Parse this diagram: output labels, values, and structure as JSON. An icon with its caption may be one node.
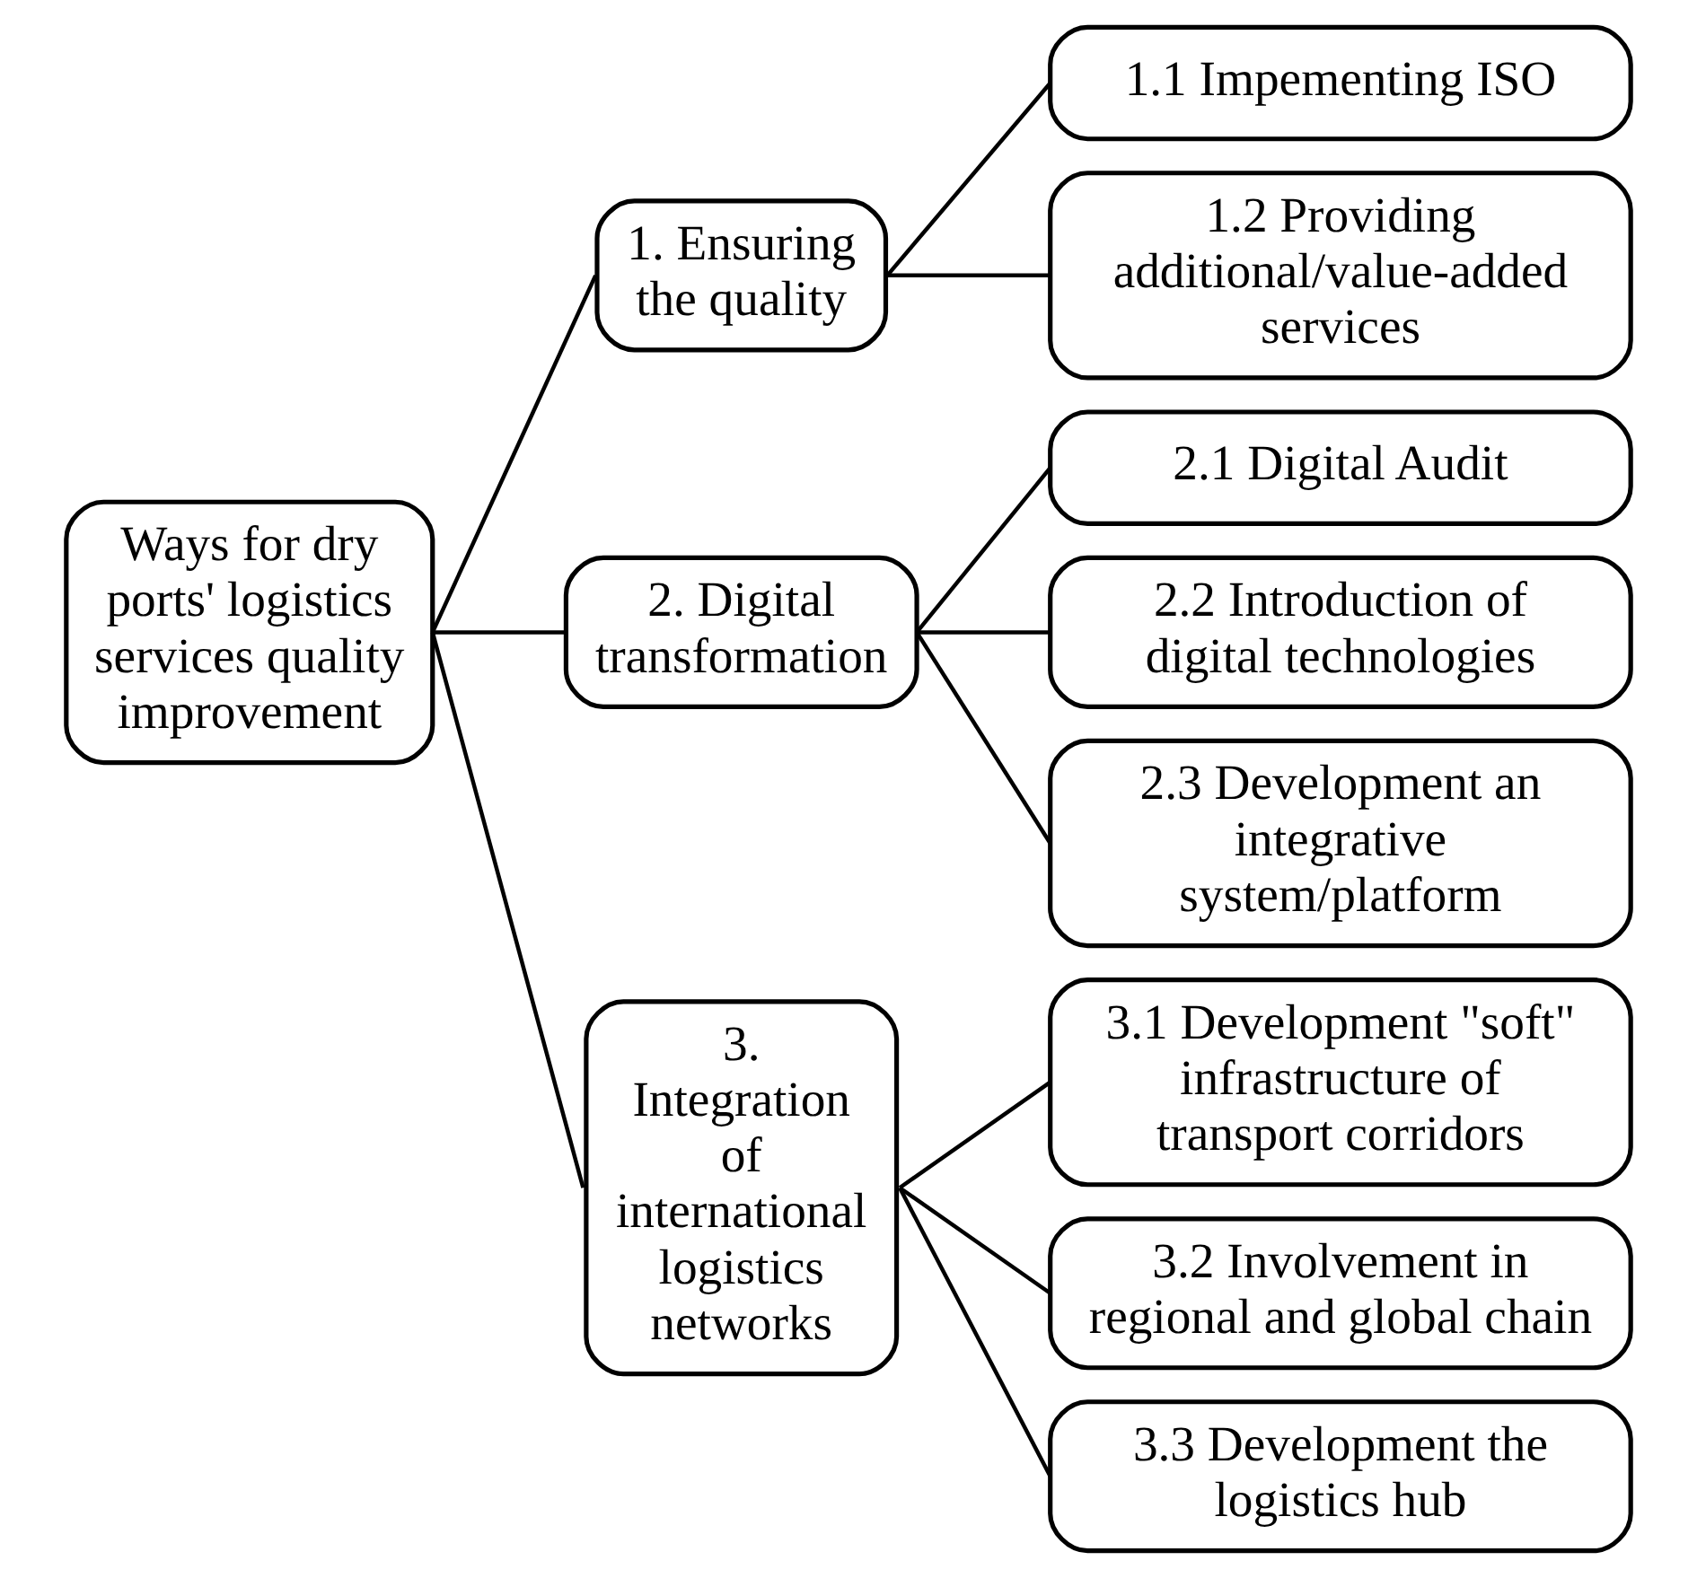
{
  "diagram": {
    "nodes": [
      {
        "text": [
          "Ways for dry ports' logistics services quality improvement"
        ]
      },
      {
        "text": [
          "1. Ensuring the quality"
        ]
      },
      {
        "text": [
          "1.1 Impementing ISO"
        ]
      },
      {
        "text": [
          "1.2 Providing additional/value-added services"
        ]
      },
      {
        "text": [
          "2. Digital transformation"
        ]
      },
      {
        "text": [
          "2.1 Digital Audit"
        ]
      },
      {
        "text": [
          "2.2 Introduction of digital technologies"
        ]
      },
      {
        "text": [
          "2.3 Development an integrative system/platform"
        ]
      },
      {
        "text": [
          "3. Integration of international logistics networks"
        ]
      },
      {
        "text": [
          "3.1 Development \"soft\" infrastructure of transport corridors"
        ]
      },
      {
        "text": [
          "3.2 Involvement in regional and global chain"
        ]
      },
      {
        "text": [
          "3.3 Development the logistics hub"
        ]
      }
    ],
    "edges": [
      {
        "from": 0,
        "to": 1,
        "arrow": "none"
      },
      {
        "from": 0,
        "to": 4,
        "arrow": "none"
      },
      {
        "from": 0,
        "to": 8,
        "arrow": "none"
      },
      {
        "from": 1,
        "to": 2,
        "arrow": "none"
      },
      {
        "from": 1,
        "to": 3,
        "arrow": "none"
      },
      {
        "from": 4,
        "to": 5,
        "arrow": "none"
      },
      {
        "from": 4,
        "to": 6,
        "arrow": "none"
      },
      {
        "from": 4,
        "to": 7,
        "arrow": "none"
      },
      {
        "from": 8,
        "to": 9,
        "arrow": "none"
      },
      {
        "from": 8,
        "to": 10,
        "arrow": "none"
      },
      {
        "from": 8,
        "to": 11,
        "arrow": "none"
      }
    ]
  }
}
